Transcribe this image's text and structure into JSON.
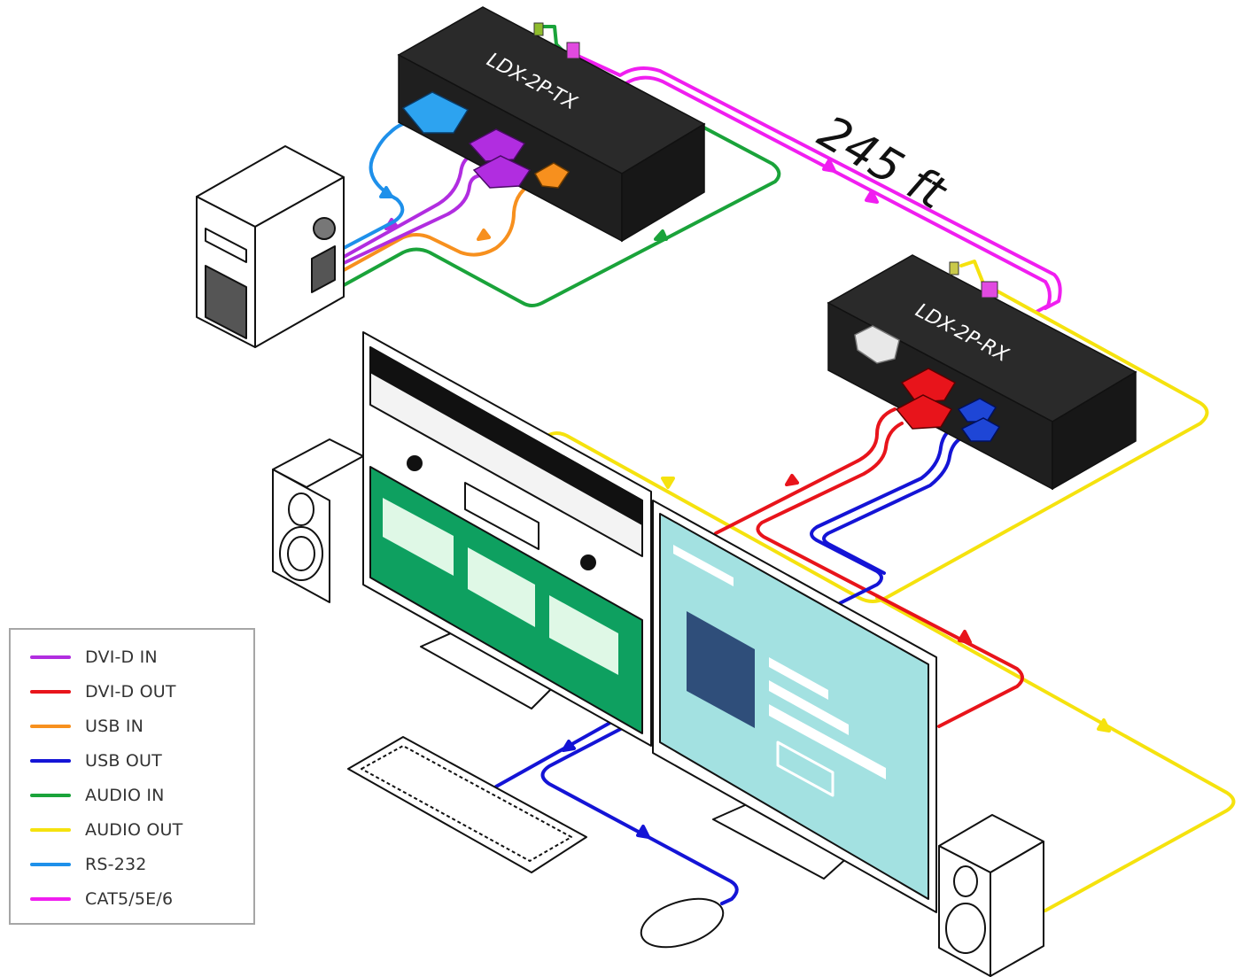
{
  "transmitter": {
    "label": "LDX-2P-TX"
  },
  "receiver": {
    "label": "LDX-2P-RX"
  },
  "distance": {
    "label": "245 ft"
  },
  "legend": {
    "items": [
      {
        "label": "DVI-D IN",
        "color": "#b12de0"
      },
      {
        "label": "DVI-D OUT",
        "color": "#e8141b"
      },
      {
        "label": "USB IN",
        "color": "#f7901e"
      },
      {
        "label": "USB OUT",
        "color": "#1414d6"
      },
      {
        "label": "AUDIO IN",
        "color": "#1aa33a"
      },
      {
        "label": "AUDIO OUT",
        "color": "#f5e20e"
      },
      {
        "label": "RS-232",
        "color": "#1e90ea"
      },
      {
        "label": "CAT5/5E/6",
        "color": "#f01ef0"
      }
    ]
  },
  "colors": {
    "dvi_in": "#b12de0",
    "dvi_out": "#e8141b",
    "usb_in": "#f7901e",
    "usb_out": "#1414d6",
    "audio_in": "#1aa33a",
    "audio_out": "#f5e20e",
    "rs232": "#1e90ea",
    "cat5": "#f01ef0",
    "device_body": "#1f1f1f",
    "screen_green": "#0ea060",
    "screen_teal": "#a3e1e1",
    "screen_block": "#2f4e7a"
  }
}
